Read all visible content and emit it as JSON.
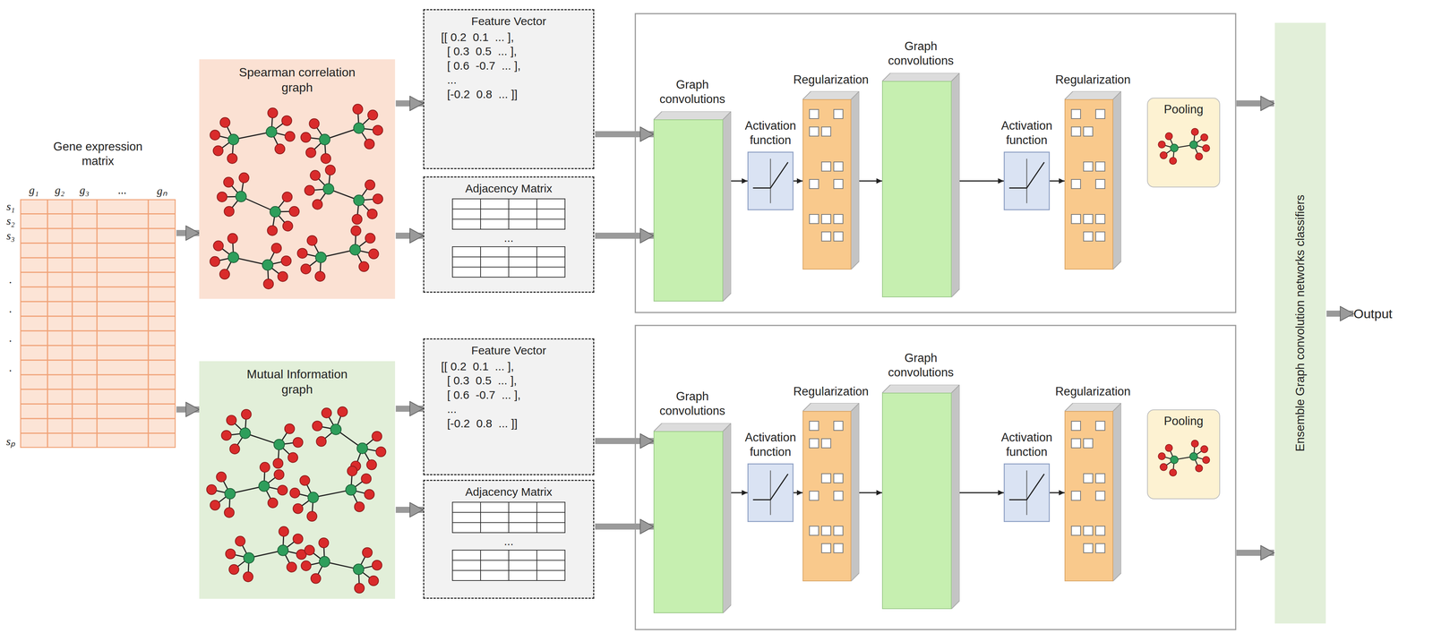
{
  "diagram": {
    "nodes": [
      {
        "text": [
          "Gene expression matrix"
        ]
      },
      {
        "text": [
          "Spearman correlation graph"
        ]
      },
      {
        "text": [
          "Feature Vector",
          "[[ 0.2  0.1  ... ],",
          "[ 0.3  0.5  ... ],",
          "[ 0.6  -0.7  ... ],",
          "...",
          "[-0.2  0.8  ... ]]"
        ]
      },
      {
        "text": [
          "Adjacency Matrix",
          "..."
        ]
      },
      {
        "text": [
          "Mutual Information graph"
        ]
      },
      {
        "text": [
          "Feature Vector",
          "[[ 0.2  0.1  ... ],",
          "[ 0.3  0.5  ... ],",
          "[ 0.6  -0.7  ... ],",
          "...",
          "[-0.2  0.8  ... ]]"
        ]
      },
      {
        "text": [
          "Adjacency Matrix",
          "..."
        ]
      },
      {
        "text": [
          "Graph convolutions"
        ]
      },
      {
        "text": [
          "Activation function"
        ]
      },
      {
        "text": [
          "Regularization"
        ]
      },
      {
        "text": [
          "Graph convolutions"
        ]
      },
      {
        "text": [
          "Activation function"
        ]
      },
      {
        "text": [
          "Regularization"
        ]
      },
      {
        "text": [
          "Pooling"
        ]
      },
      {
        "text": [
          "Graph convolutions"
        ]
      },
      {
        "text": [
          "Activation function"
        ]
      },
      {
        "text": [
          "Regularization"
        ]
      },
      {
        "text": [
          "Graph convolutions"
        ]
      },
      {
        "text": [
          "Activation function"
        ]
      },
      {
        "text": [
          "Regularization"
        ]
      },
      {
        "text": [
          "Pooling"
        ]
      },
      {
        "text": [
          "Ensemble Graph convolution networks classifiers"
        ]
      },
      {
        "text": [
          "Output"
        ]
      }
    ],
    "edges": [
      {
        "from": 0,
        "to": 1,
        "arrow": "to"
      },
      {
        "from": 0,
        "to": 4,
        "arrow": "to"
      },
      {
        "from": 1,
        "to": 2,
        "arrow": "to"
      },
      {
        "from": 1,
        "to": 3,
        "arrow": "to"
      },
      {
        "from": 4,
        "to": 5,
        "arrow": "to"
      },
      {
        "from": 4,
        "to": 6,
        "arrow": "to"
      },
      {
        "from": 2,
        "to": 7,
        "arrow": "to"
      },
      {
        "from": 3,
        "to": 7,
        "arrow": "to"
      },
      {
        "from": 5,
        "to": 14,
        "arrow": "to"
      },
      {
        "from": 6,
        "to": 14,
        "arrow": "to"
      },
      {
        "from": 7,
        "to": 8,
        "arrow": "to"
      },
      {
        "from": 8,
        "to": 9,
        "arrow": "to"
      },
      {
        "from": 9,
        "to": 10,
        "arrow": "to"
      },
      {
        "from": 10,
        "to": 11,
        "arrow": "to"
      },
      {
        "from": 11,
        "to": 12,
        "arrow": "to"
      },
      {
        "from": 14,
        "to": 15,
        "arrow": "to"
      },
      {
        "from": 15,
        "to": 16,
        "arrow": "to"
      },
      {
        "from": 16,
        "to": 17,
        "arrow": "to"
      },
      {
        "from": 17,
        "to": 18,
        "arrow": "to"
      },
      {
        "from": 18,
        "to": 19,
        "arrow": "to"
      },
      {
        "from": 21,
        "to": 22,
        "arrow": "to"
      }
    ],
    "labels": [
      "g₁",
      "g₂",
      "g₃",
      "...",
      "gₙ",
      "s₁",
      "s₂",
      "s₃",
      ".",
      ".",
      ".",
      ".",
      "sₚ"
    ]
  }
}
